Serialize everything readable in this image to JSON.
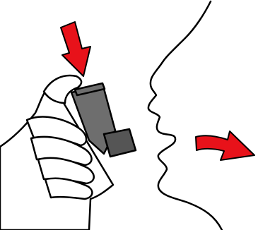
{
  "illustration": {
    "colors": {
      "background": "#ffffff",
      "outline": "#000000",
      "arrow": "#e8121a",
      "inhaler_body": "#6e6e6e",
      "inhaler_mouthpiece": "#555555"
    },
    "parts": [
      "press-down-arrow-icon",
      "hand-holding-inhaler",
      "inhaler",
      "face-profile",
      "breath-out-arrow-icon"
    ]
  }
}
